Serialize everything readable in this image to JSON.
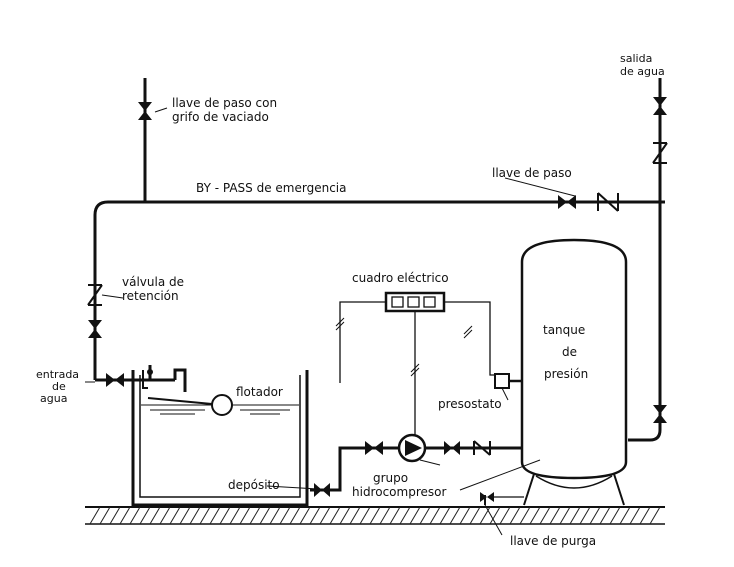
{
  "labels": {
    "salida_de_agua_1": "salida",
    "salida_de_agua_2": "de agua",
    "llave_paso_grifo_1": "llave de paso con",
    "llave_paso_grifo_2": "grifo de vaciado",
    "bypass": "BY - PASS de emergencia",
    "llave_de_paso": "llave de paso",
    "valvula_retencion_1": "válvula de",
    "valvula_retencion_2": "retención",
    "cuadro_electrico": "cuadro eléctrico",
    "tanque_1": "tanque",
    "tanque_2": "de",
    "tanque_3": "presión",
    "entrada_agua_1": "entrada",
    "entrada_agua_2": "de",
    "entrada_agua_3": "agua",
    "flotador": "flotador",
    "presostato": "presostato",
    "deposito": "depósito",
    "grupo_1": "grupo",
    "grupo_2": "hidrocompresor",
    "llave_purga": "llave de purga"
  }
}
